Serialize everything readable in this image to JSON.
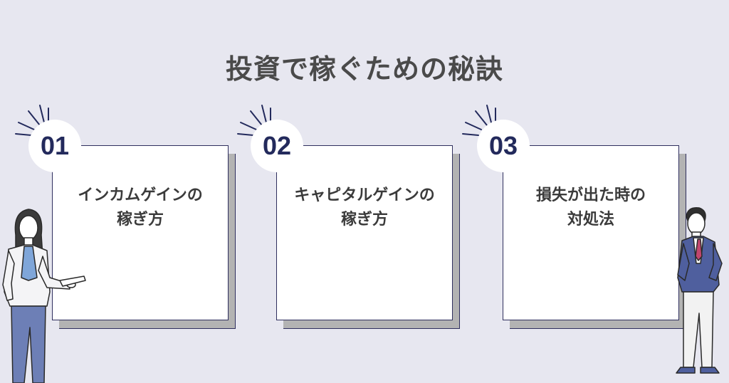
{
  "title": "投資で稼ぐための秘訣",
  "cards": [
    {
      "number": "01",
      "text": "インカムゲインの\n稼ぎ方"
    },
    {
      "number": "02",
      "text": "キャピタルゲインの\n稼ぎ方"
    },
    {
      "number": "03",
      "text": "損失が出た時の\n対処法"
    }
  ],
  "colors": {
    "background": "#e7e7f0",
    "accent_navy": "#232a5c",
    "card_shadow": "#b3b3b3"
  }
}
